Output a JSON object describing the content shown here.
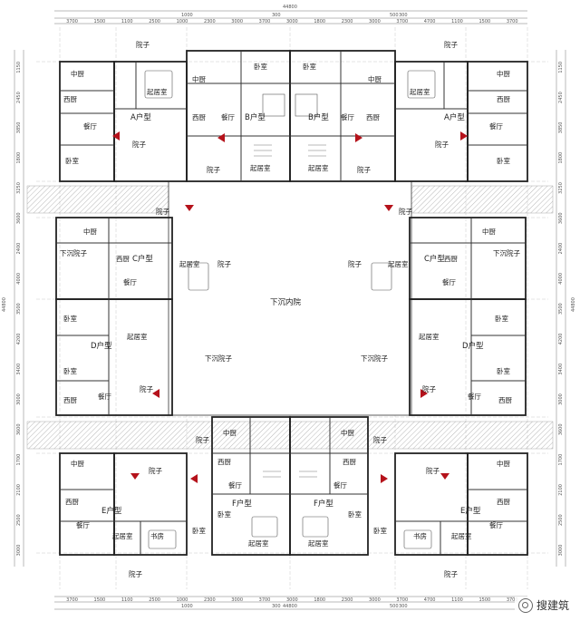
{
  "dims": {
    "total_width": "44800",
    "total_height": "44800",
    "top_segments": [
      "3700",
      "1500",
      "1100",
      "2500",
      "1000",
      "2300",
      "3000",
      "3700",
      "3000",
      "1800",
      "2300",
      "3000",
      "3700",
      "4700",
      "1100",
      "1500",
      "3700"
    ],
    "top_subtotals": [
      "1000",
      "300",
      "500",
      "300"
    ],
    "left_segments": [
      "1150",
      "2450",
      "3850",
      "1800",
      "3250",
      "3600",
      "2400",
      "4000",
      "3500",
      "4200",
      "3400",
      "3000",
      "3600",
      "1700",
      "2100",
      "2500",
      "3000"
    ],
    "right_segments": [
      "1150",
      "2450",
      "3850",
      "1800",
      "3250",
      "3600",
      "2400",
      "4000",
      "3500",
      "4200",
      "3400",
      "3000",
      "3600",
      "1700",
      "2100",
      "2500",
      "3000"
    ]
  },
  "rooms": {
    "courtyard": "院子",
    "central_court": "下沉内院",
    "sunken_yard": "下沉院子",
    "sunken_yard2": "下沉院子",
    "sunken_side": "下沉院子",
    "kitchen": "中厨",
    "western_kitchen": "西厨",
    "dining": "餐厅",
    "living": "起居室",
    "bedroom": "卧室",
    "study": "书房",
    "unit_a": "A户型",
    "unit_b": "B户型",
    "unit_c": "C户型",
    "unit_d": "D户型",
    "unit_e": "E户型",
    "unit_f": "F户型"
  },
  "watermark": "搜建筑",
  "colors": {
    "line": "#222222",
    "grid": "#bbbbbb",
    "entry": "#b5121b",
    "hatch": "#888888"
  }
}
